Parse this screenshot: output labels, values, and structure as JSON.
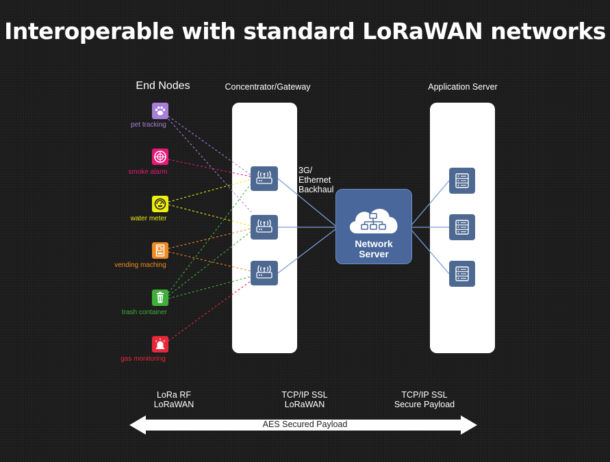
{
  "title": "Interoperable with standard LoRaWAN networks",
  "columns": {
    "end_nodes": "End Nodes",
    "gateway": "Concentrator/Gateway",
    "app_server": "Application Server"
  },
  "end_nodes": [
    {
      "label": "pet tracking",
      "color": "#a77fd8",
      "icon": "paw-icon"
    },
    {
      "label": "smoke alarm",
      "color": "#e6197b",
      "icon": "smoke-detector-icon"
    },
    {
      "label": "water meter",
      "color": "#eeee11",
      "icon": "water-meter-icon"
    },
    {
      "label": "vending maching",
      "color": "#f08a24",
      "icon": "vending-machine-icon"
    },
    {
      "label": "trash container",
      "color": "#3fae3a",
      "icon": "trash-can-icon"
    },
    {
      "label": "gas monitoring",
      "color": "#e8283a",
      "icon": "gas-alarm-icon"
    }
  ],
  "backhaul": {
    "line1": "3G/",
    "line2": "Ethernet",
    "line3": "Backhaul"
  },
  "network_server": {
    "line1": "Network",
    "line2": "Server",
    "icon": "cloud-network-icon"
  },
  "gateway_icon": "router-icon",
  "server_icon": "server-icon",
  "protocols": [
    {
      "line1": "LoRa RF",
      "line2": "LoRaWAN"
    },
    {
      "line1": "TCP/IP SSL",
      "line2": "LoRaWAN"
    },
    {
      "line1": "TCP/IP SSL",
      "line2": "Secure Payload"
    }
  ],
  "arrow_label": "AES Secured Payload",
  "colors": {
    "background": "#1c1c1c",
    "panel": "#ffffff",
    "device_blue": "#4e6991",
    "link_blue": "#7b9ed6"
  }
}
